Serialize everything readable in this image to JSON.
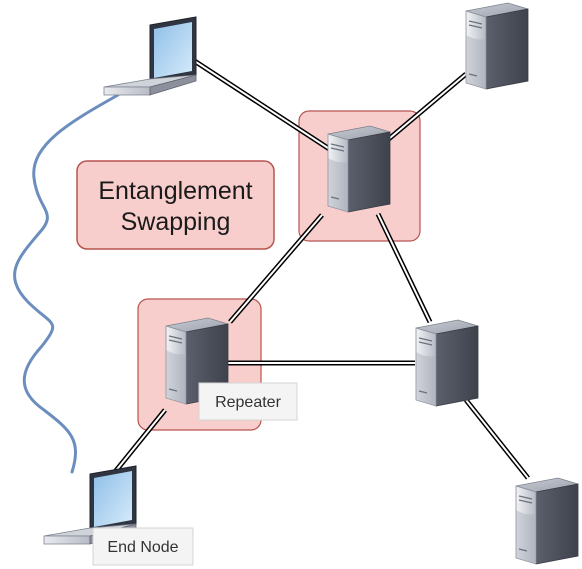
{
  "callout": {
    "line1": "Entanglement",
    "line2": "Swapping"
  },
  "labels": {
    "repeater": "Repeater",
    "end_node": "End Node"
  },
  "nodes": [
    {
      "id": "laptop-top",
      "kind": "laptop"
    },
    {
      "id": "server-top-right",
      "kind": "server"
    },
    {
      "id": "server-center",
      "kind": "server",
      "highlighted": true
    },
    {
      "id": "server-repeater",
      "kind": "server",
      "highlighted": true
    },
    {
      "id": "server-middle-right",
      "kind": "server"
    },
    {
      "id": "server-bottom-right",
      "kind": "server"
    },
    {
      "id": "laptop-bottom",
      "kind": "laptop"
    }
  ],
  "links": [
    {
      "from": "laptop-top",
      "to": "server-center",
      "style": "double-line"
    },
    {
      "from": "server-top-right",
      "to": "server-center",
      "style": "double-line"
    },
    {
      "from": "server-center",
      "to": "server-repeater",
      "style": "double-line"
    },
    {
      "from": "server-center",
      "to": "server-middle-right",
      "style": "double-line"
    },
    {
      "from": "server-repeater",
      "to": "server-middle-right",
      "style": "double-line"
    },
    {
      "from": "server-middle-right",
      "to": "server-bottom-right",
      "style": "double-line"
    },
    {
      "from": "server-repeater",
      "to": "laptop-bottom",
      "style": "double-line"
    },
    {
      "from": "laptop-top",
      "to": "laptop-bottom",
      "style": "wavy"
    }
  ],
  "colors": {
    "highlight_fill": "#f8cecc",
    "highlight_stroke": "#b85450",
    "wave": "#6c8ebf",
    "link": "#000000",
    "server_light": "#e6e8ee",
    "server_dark": "#4a4f5c",
    "screen": "#a9d0ef"
  }
}
